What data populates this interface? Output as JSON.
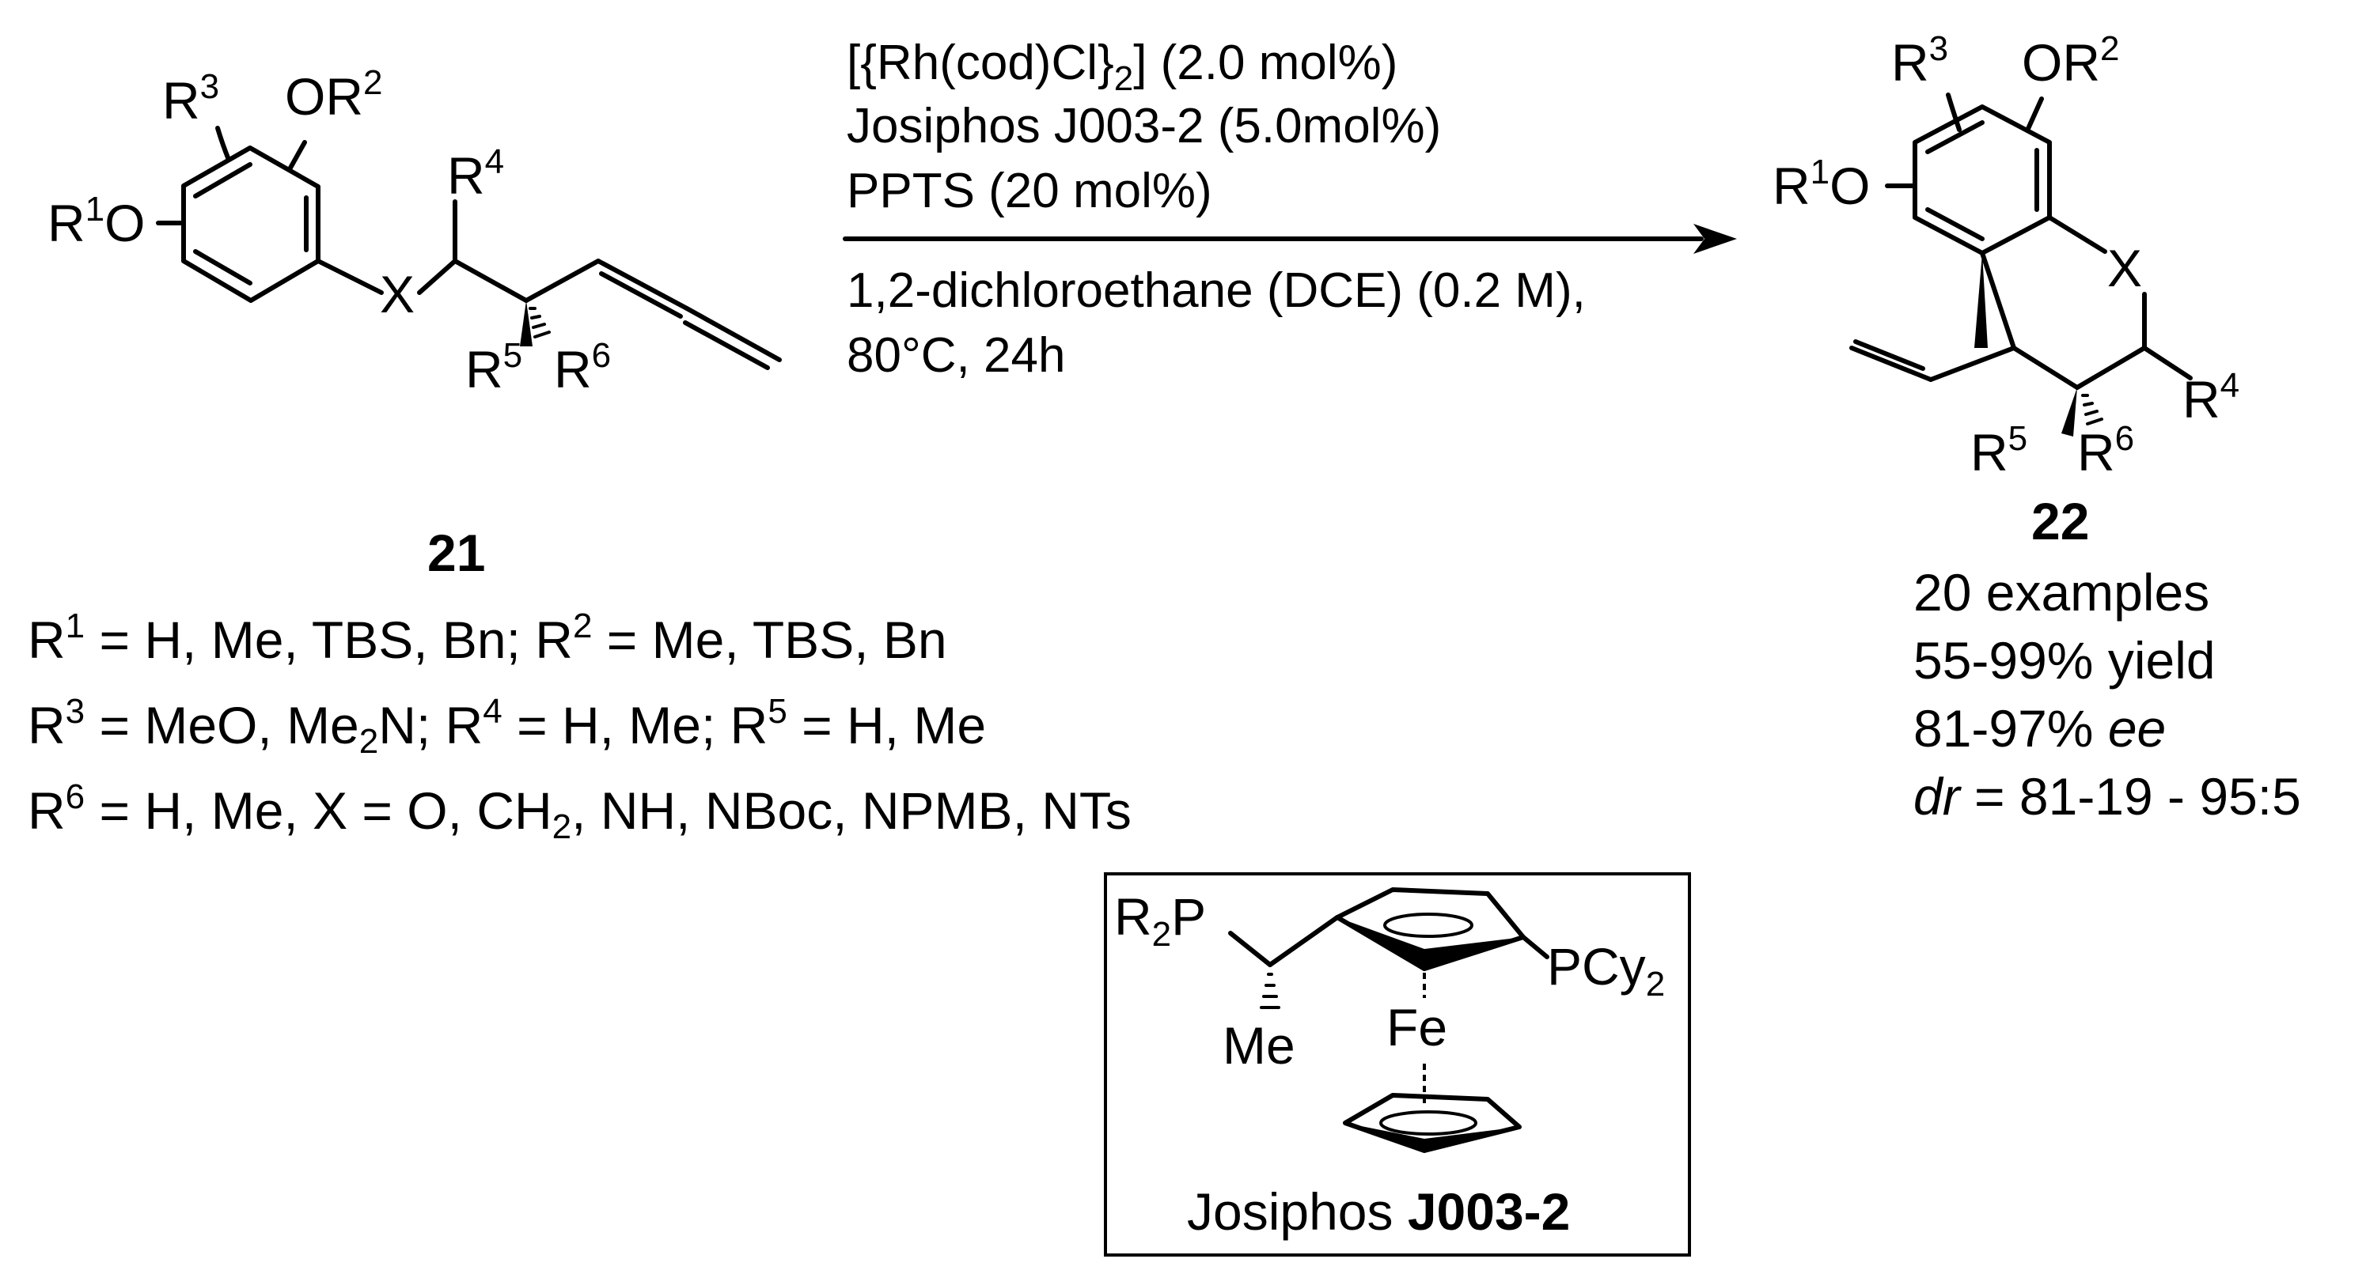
{
  "colors": {
    "ink": "#000000",
    "background": "#ffffff"
  },
  "reactant": {
    "labels": {
      "r1o": {
        "a": "R",
        "b": "1",
        "c": "O"
      },
      "r3": {
        "a": "R",
        "b": "3"
      },
      "or2": {
        "a": "OR",
        "b": "2"
      },
      "r4": {
        "a": "R",
        "b": "4"
      },
      "x": "X",
      "r5": {
        "a": "R",
        "b": "5"
      },
      "r6": {
        "a": "R",
        "b": "6"
      }
    },
    "compound_number": "21"
  },
  "substituents": [
    {
      "a": "R",
      "b": "1",
      "c": " = H, Me, TBS, Bn; R",
      "d": "2",
      "e": " = Me, TBS, Bn"
    },
    {
      "a": "R",
      "b": "3",
      "c": " = MeO, Me",
      "d": "2",
      "e": "N; R",
      "f": "4",
      "g": " = H, Me; R",
      "h": "5",
      "i": " = H, Me"
    },
    {
      "a": "R",
      "b": "6",
      "c": " = H, Me, X = O, CH",
      "d": "2",
      "e": ", NH, NBoc, NPMB, NTs"
    }
  ],
  "conditions": {
    "above": [
      {
        "a": "[{Rh(cod)Cl}",
        "b": "2",
        "c": "] (2.0 mol%)"
      },
      {
        "a": "Josiphos J003-2 (5.0mol%)"
      },
      {
        "a": "PPTS (20 mol%)"
      }
    ],
    "below": [
      "1,2-dichloroethane (DCE) (0.2 M),",
      "80°C, 24h"
    ]
  },
  "product": {
    "labels": {
      "r3": {
        "a": "R",
        "b": "3"
      },
      "or2": {
        "a": "OR",
        "b": "2"
      },
      "r1o": {
        "a": "R",
        "b": "1",
        "c": "O"
      },
      "x": "X",
      "r4": {
        "a": "R",
        "b": "4"
      },
      "r5": {
        "a": "R",
        "b": "5"
      },
      "r6": {
        "a": "R",
        "b": "6"
      }
    },
    "compound_number": "22",
    "results": {
      "examples": "20 examples",
      "yield": "55-99% yield",
      "ee_value": "81-97% ",
      "ee_label": "ee",
      "dr_label": "dr",
      "dr_value": " = 81-19 - 95:5"
    }
  },
  "ligand": {
    "labels": {
      "r2p": {
        "a": "R",
        "b": "2",
        "c": "P"
      },
      "pcy2": {
        "a": "PCy",
        "b": "2"
      },
      "fe": "Fe",
      "me": "Me"
    },
    "caption_name": "Josiphos ",
    "caption_code": "J003-2"
  }
}
